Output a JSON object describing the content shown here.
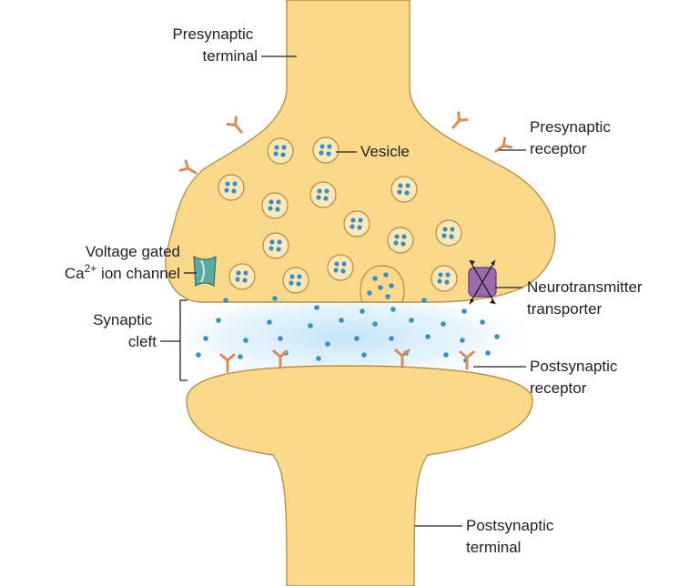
{
  "labels": {
    "presynaptic_terminal": [
      "Presynaptic",
      "terminal"
    ],
    "vesicle": "Vesicle",
    "presynaptic_receptor": [
      "Presynaptic",
      "receptor"
    ],
    "voltage_gated_line1": "Voltage gated",
    "ca_base": "Ca",
    "ca_sup": "2+",
    "ca_rest": " ion channel",
    "neurotransmitter_transporter": [
      "Neurotransmitter",
      "transporter"
    ],
    "synaptic_cleft": [
      "Synaptic",
      "cleft"
    ],
    "postsynaptic_receptor": [
      "Postsynaptic",
      "receptor"
    ],
    "postsynaptic_terminal": [
      "Postsynaptic",
      "terminal"
    ]
  },
  "colors": {
    "terminal_fill": "#fbd98a",
    "terminal_outline": "#b8924a",
    "vesicle_fill": "#fde8b6",
    "neurotransmitter": "#3b8fc4",
    "cleft_glow": "#cfe8f7",
    "receptor": "#d98b5a",
    "ion_channel": "#5fa8a0",
    "transporter": "#9b6bb0"
  }
}
